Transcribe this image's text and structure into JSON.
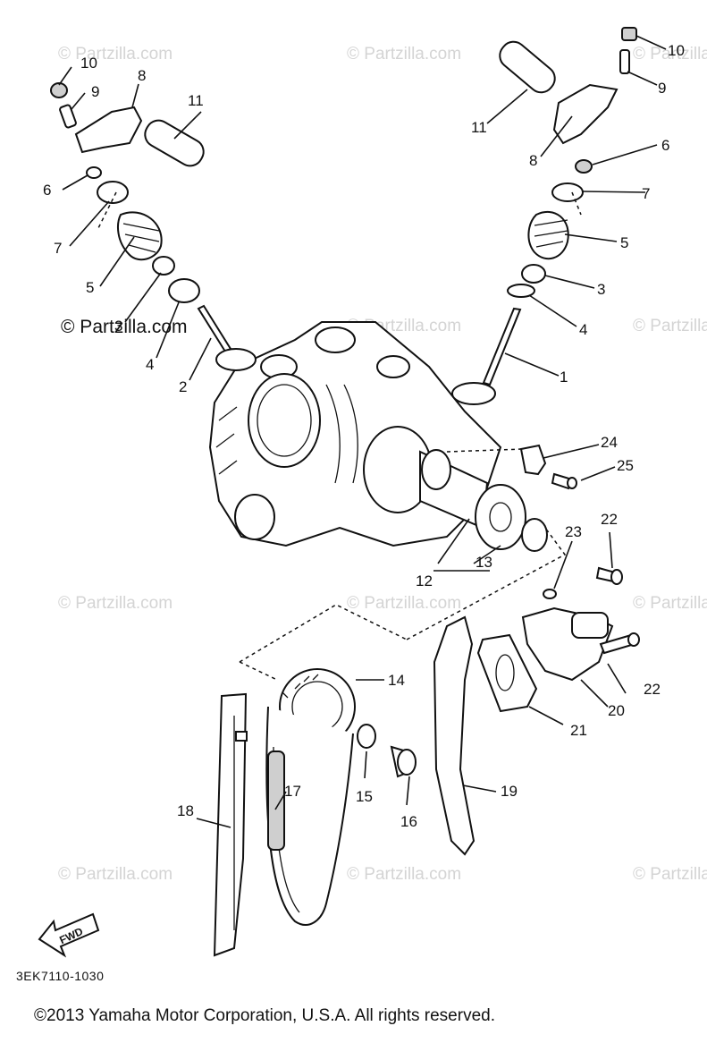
{
  "watermark": "© Partzilla.com",
  "labels": {
    "l1": "1",
    "l2": "2",
    "l3": "3",
    "l3b": "3",
    "l4": "4",
    "l4b": "4",
    "l5": "5",
    "l5b": "5",
    "l6": "6",
    "l6b": "6",
    "l7": "7",
    "l7b": "7",
    "l8": "8",
    "l8b": "8",
    "l9": "9",
    "l9b": "9",
    "l10": "10",
    "l10b": "10",
    "l11": "11",
    "l11b": "11",
    "l12": "12",
    "l13": "13",
    "l14": "14",
    "l15": "15",
    "l16": "16",
    "l17": "17",
    "l18": "18",
    "l19": "19",
    "l20": "20",
    "l21": "21",
    "l22": "22",
    "l22b": "22",
    "l23": "23",
    "l24": "24",
    "l25": "25"
  },
  "fwd_label": "FWD",
  "diagram_code": "3EK7110-1030",
  "copyright": "©2013  Yamaha Motor Corporation, U.S.A. All rights reserved."
}
